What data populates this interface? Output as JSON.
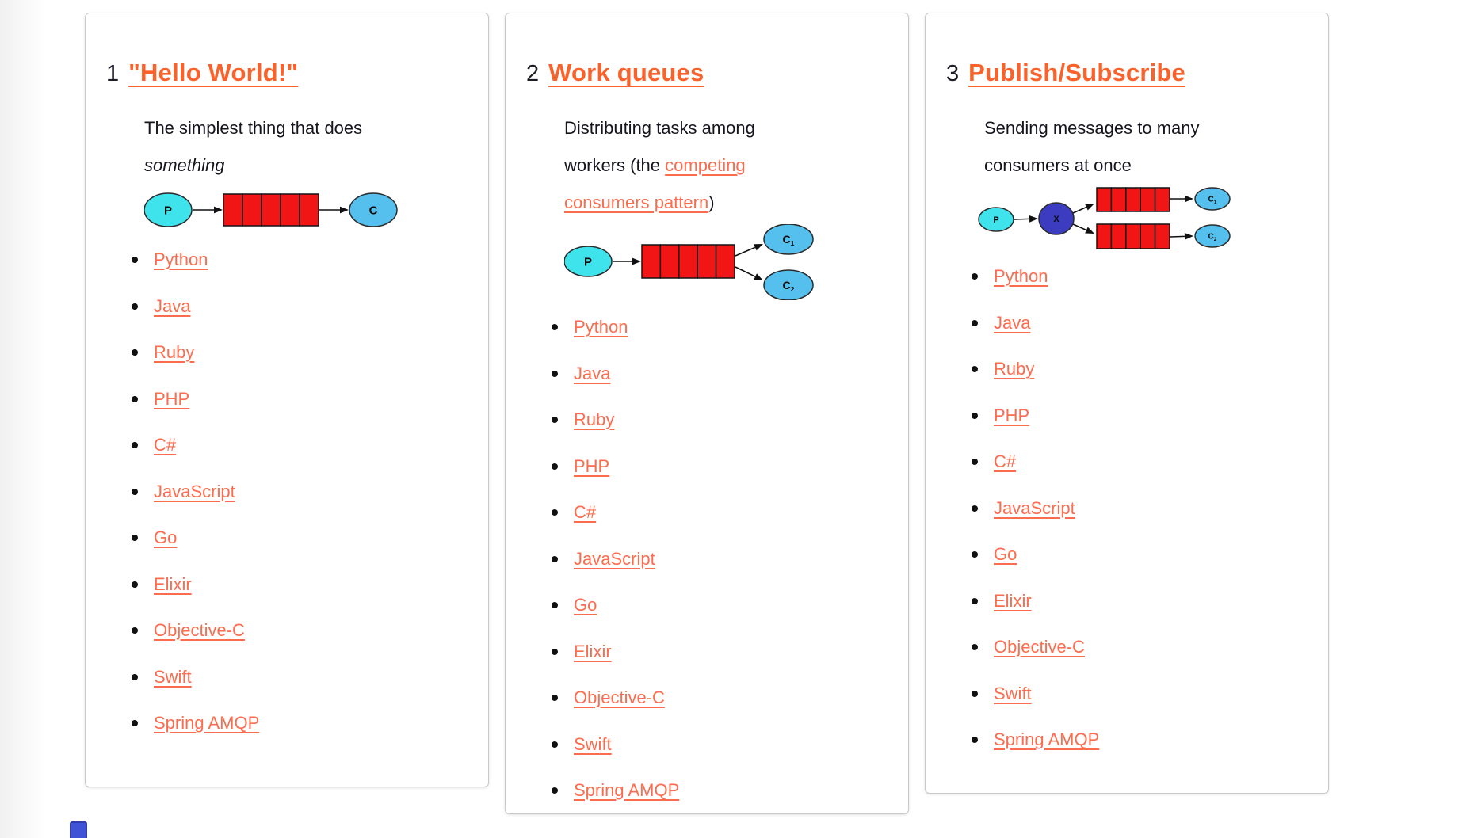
{
  "colors": {
    "accent_orange": "#f9622b",
    "link_salmon": "#fc6c4f",
    "body_text": "#15151e",
    "producer_fill": "#3fe3ec",
    "consumer_fill": "#55c0ee",
    "exchange_fill": "#3c3cc0",
    "queue_fill": "#f21515",
    "card_border": "#c9c9c9"
  },
  "cards": [
    {
      "number": "1",
      "title": "\"Hello World!\"",
      "intro": [
        {
          "text": "The simplest thing that does ",
          "style": "plain"
        },
        {
          "text": "something",
          "style": "italic"
        }
      ],
      "diagram": {
        "type": "producer-queue-consumer",
        "producer_label": "P",
        "queue_segments": 5,
        "consumer_labels": [
          "C"
        ]
      },
      "languages": [
        "Python",
        "Java",
        "Ruby",
        "PHP",
        "C#",
        "JavaScript",
        "Go",
        "Elixir",
        "Objective-C",
        "Swift",
        "Spring AMQP"
      ]
    },
    {
      "number": "2",
      "title": "Work queues",
      "intro": [
        {
          "text": "Distributing tasks among workers (the ",
          "style": "plain"
        },
        {
          "text": "competing consumers pattern",
          "style": "link"
        },
        {
          "text": ")",
          "style": "plain"
        }
      ],
      "diagram": {
        "type": "producer-queue-two-consumers",
        "producer_label": "P",
        "queue_segments": 5,
        "consumer_labels": [
          "C1",
          "C2"
        ]
      },
      "languages": [
        "Python",
        "Java",
        "Ruby",
        "PHP",
        "C#",
        "JavaScript",
        "Go",
        "Elixir",
        "Objective-C",
        "Swift",
        "Spring AMQP"
      ]
    },
    {
      "number": "3",
      "title": "Publish/Subscribe",
      "intro": [
        {
          "text": "Sending messages to many consumers at once",
          "style": "plain"
        }
      ],
      "diagram": {
        "type": "producer-exchange-two-queues-two-consumers",
        "producer_label": "P",
        "exchange_label": "X",
        "queue_segments": 5,
        "consumer_labels": [
          "C1",
          "C2"
        ]
      },
      "languages": [
        "Python",
        "Java",
        "Ruby",
        "PHP",
        "C#",
        "JavaScript",
        "Go",
        "Elixir",
        "Objective-C",
        "Swift",
        "Spring AMQP"
      ]
    }
  ]
}
